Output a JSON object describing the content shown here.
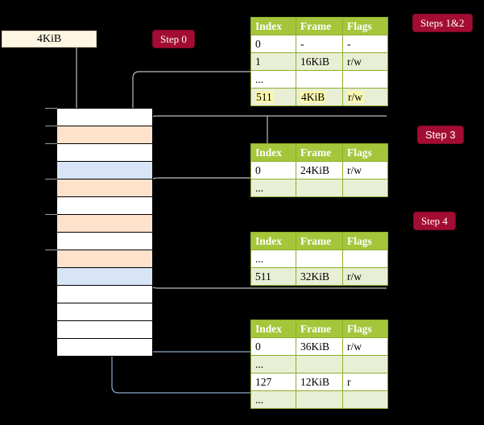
{
  "source": {
    "label": "4KiB"
  },
  "badges": [
    {
      "id": "step-0",
      "label": "Step 0"
    },
    {
      "id": "steps-1-2",
      "label": "Steps 1&2"
    },
    {
      "id": "step-3",
      "label": "Step 3"
    },
    {
      "id": "step-4",
      "label": "Step 4"
    }
  ],
  "memory": {
    "rows": [
      {
        "fill": "white"
      },
      {
        "fill": "orange"
      },
      {
        "fill": "white"
      },
      {
        "fill": "blue"
      },
      {
        "fill": "orange"
      },
      {
        "fill": "white"
      },
      {
        "fill": "orange"
      },
      {
        "fill": "white"
      },
      {
        "fill": "orange"
      },
      {
        "fill": "blue"
      },
      {
        "fill": "white"
      },
      {
        "fill": "white"
      },
      {
        "fill": "white"
      },
      {
        "fill": "white"
      }
    ]
  },
  "tables": [
    {
      "id": "table-level-1",
      "headers": [
        "Index",
        "Frame",
        "Flags"
      ],
      "rows": [
        {
          "style": "plain",
          "cells": [
            "0",
            "-",
            "-"
          ],
          "highlight": false
        },
        {
          "style": "alt",
          "cells": [
            "1",
            "16KiB",
            "r/w"
          ],
          "highlight": false
        },
        {
          "style": "plain",
          "cells": [
            "...",
            "",
            ""
          ],
          "highlight": false
        },
        {
          "style": "alt",
          "cells": [
            "511",
            "4KiB",
            "r/w"
          ],
          "highlight": true
        }
      ]
    },
    {
      "id": "table-level-2",
      "headers": [
        "Index",
        "Frame",
        "Flags"
      ],
      "rows": [
        {
          "style": "plain",
          "cells": [
            "0",
            "24KiB",
            "r/w"
          ],
          "highlight": false
        },
        {
          "style": "alt",
          "cells": [
            "...",
            "",
            ""
          ],
          "highlight": false
        }
      ]
    },
    {
      "id": "table-level-3",
      "headers": [
        "Index",
        "Frame",
        "Flags"
      ],
      "rows": [
        {
          "style": "plain",
          "cells": [
            "...",
            "",
            ""
          ],
          "highlight": false
        },
        {
          "style": "alt",
          "cells": [
            "511",
            "32KiB",
            "r/w"
          ],
          "highlight": false
        }
      ]
    },
    {
      "id": "table-level-4",
      "headers": [
        "Index",
        "Frame",
        "Flags"
      ],
      "rows": [
        {
          "style": "plain",
          "cells": [
            "0",
            "36KiB",
            "r/w"
          ],
          "highlight": false
        },
        {
          "style": "alt",
          "cells": [
            "...",
            "",
            ""
          ],
          "highlight": false
        },
        {
          "style": "plain",
          "cells": [
            "127",
            "12KiB",
            "r"
          ],
          "highlight": false
        },
        {
          "style": "alt",
          "cells": [
            "...",
            "",
            ""
          ],
          "highlight": false
        }
      ]
    }
  ],
  "colors": {
    "background": "#000000",
    "badge": "#A30C33",
    "table_header": "#A5C63B",
    "table_alt_row": "#E8EFD4",
    "table_border": "#8FAE2B",
    "highlight": "#FBF8AE",
    "memory_orange": "#FFE2CC",
    "memory_blue": "#D7E5F7",
    "source_box": "#FDF6E3",
    "wire_gray": "#B0B0B0",
    "wire_blue": "#8BA9CF",
    "arrow_blue": "#4A76A8"
  }
}
